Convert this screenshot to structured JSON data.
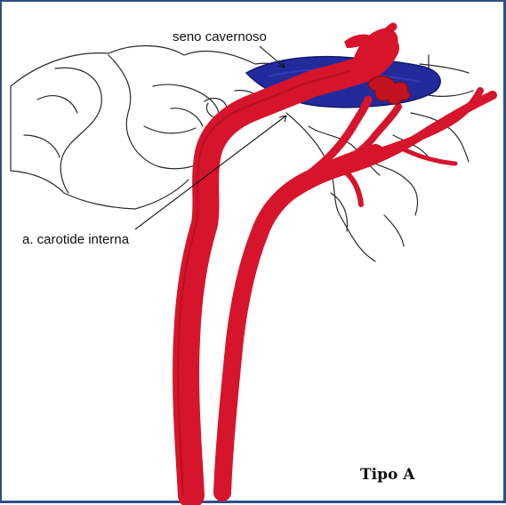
{
  "labels": {
    "cavernous_sinus": "seno cavernoso",
    "internal_carotid": "a. carotide interna"
  },
  "variant_badge": "Tipo A",
  "colors": {
    "artery": "#d6142c",
    "artery_shadow": "#9c0f1e",
    "sinus": "#232a9c",
    "outline": "#222222",
    "frame": "#2f4f88"
  }
}
